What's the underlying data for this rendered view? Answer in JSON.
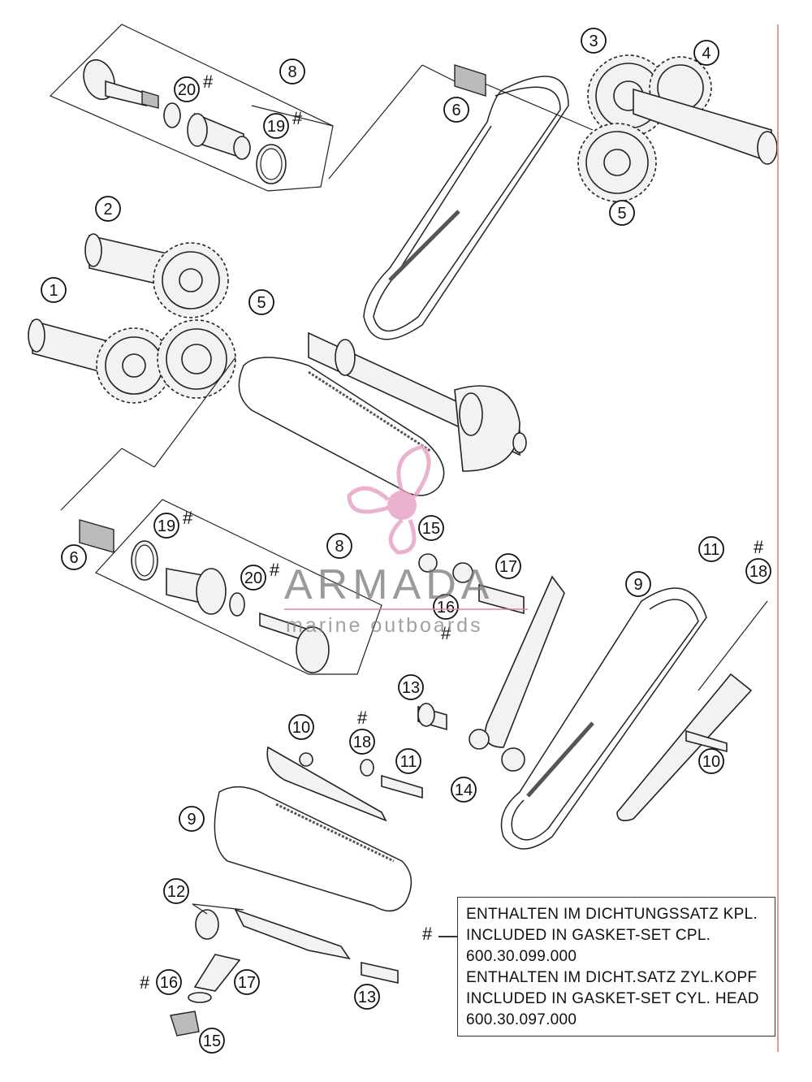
{
  "callouts": [
    {
      "id": "c8a",
      "label": "8"
    },
    {
      "id": "c20a",
      "label": "20",
      "hash": "#"
    },
    {
      "id": "c19a",
      "label": "19",
      "hash": "#"
    },
    {
      "id": "c6a",
      "label": "6"
    },
    {
      "id": "c3",
      "label": "3"
    },
    {
      "id": "c4",
      "label": "4"
    },
    {
      "id": "c5a",
      "label": "5"
    },
    {
      "id": "c2",
      "label": "2"
    },
    {
      "id": "c1",
      "label": "1"
    },
    {
      "id": "c5b",
      "label": "5"
    },
    {
      "id": "c19b",
      "label": "19",
      "hash": "#"
    },
    {
      "id": "c6b",
      "label": "6"
    },
    {
      "id": "c8b",
      "label": "8"
    },
    {
      "id": "c20b",
      "label": "20",
      "hash": "#"
    },
    {
      "id": "c15a",
      "label": "15"
    },
    {
      "id": "c17a",
      "label": "17"
    },
    {
      "id": "c16a",
      "label": "16",
      "hash": "#"
    },
    {
      "id": "c11a",
      "label": "11"
    },
    {
      "id": "c18a",
      "label": "18",
      "hash": "#"
    },
    {
      "id": "c9a",
      "label": "9"
    },
    {
      "id": "c13a",
      "label": "13"
    },
    {
      "id": "c10a",
      "label": "10"
    },
    {
      "id": "c18b",
      "label": "18",
      "hash": "#"
    },
    {
      "id": "c11b",
      "label": "11"
    },
    {
      "id": "c14",
      "label": "14"
    },
    {
      "id": "c10b",
      "label": "10"
    },
    {
      "id": "c9b",
      "label": "9"
    },
    {
      "id": "c12",
      "label": "12"
    },
    {
      "id": "c16b",
      "label": "16",
      "hash": "#"
    },
    {
      "id": "c17b",
      "label": "17"
    },
    {
      "id": "c15b",
      "label": "15"
    },
    {
      "id": "c13b",
      "label": "13"
    }
  ],
  "legend": {
    "marker": "#",
    "lines": [
      "ENTHALTEN IM DICHTUNGSSATZ KPL.",
      "INCLUDED IN GASKET-SET CPL.",
      "600.30.099.000",
      "ENTHALTEN IM DICHT.SATZ ZYL.KOPF",
      "INCLUDED IN GASKET-SET CYL. HEAD",
      "600.30.097.000"
    ]
  },
  "watermark": {
    "brand": "ARMADA",
    "tagline": "marine outboards",
    "logo_color": "#e6a0c4"
  }
}
